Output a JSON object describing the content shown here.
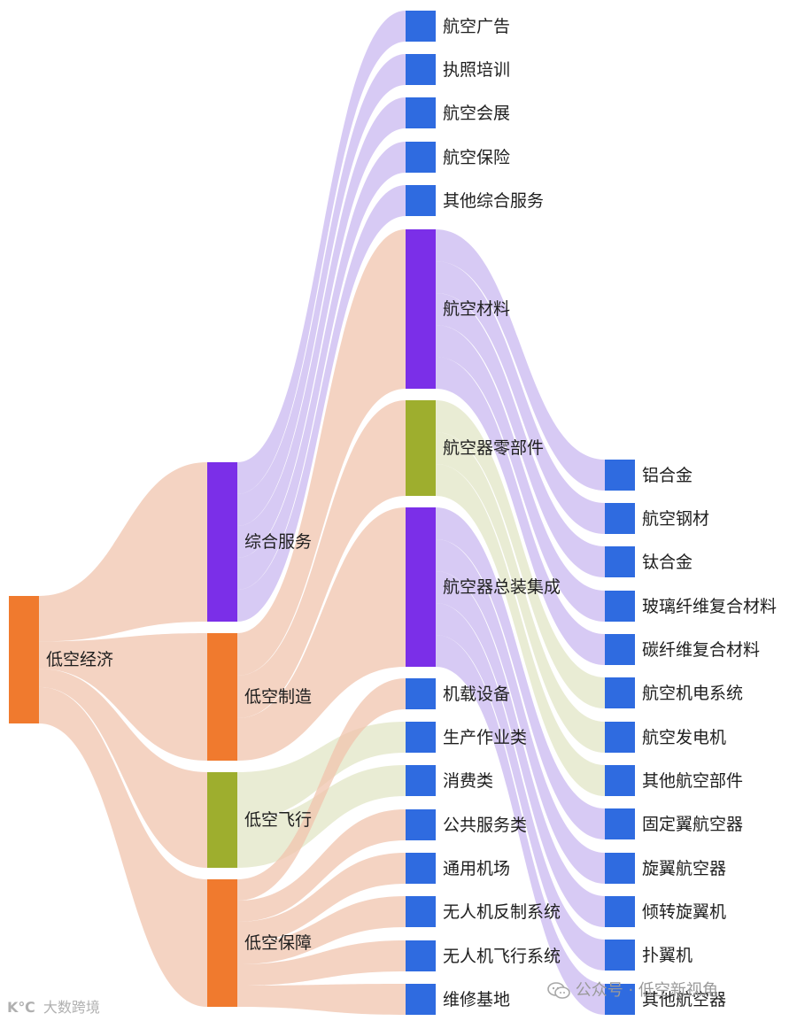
{
  "nodes": [
    {
      "id": "低空经济",
      "label": "低空经济",
      "color": "#F07A2E"
    },
    {
      "id": "综合服务",
      "label": "综合服务",
      "color": "#7B2FE8"
    },
    {
      "id": "低空制造",
      "label": "低空制造",
      "color": "#F07A2E"
    },
    {
      "id": "低空飞行",
      "label": "低空飞行",
      "color": "#9EAE2E"
    },
    {
      "id": "低空保障",
      "label": "低空保障",
      "color": "#F07A2E"
    },
    {
      "id": "航空广告",
      "label": "航空广告",
      "color": "#2F6BE0"
    },
    {
      "id": "执照培训",
      "label": "执照培训",
      "color": "#2F6BE0"
    },
    {
      "id": "航空会展",
      "label": "航空会展",
      "color": "#2F6BE0"
    },
    {
      "id": "航空保险",
      "label": "航空保险",
      "color": "#2F6BE0"
    },
    {
      "id": "其他综合服务",
      "label": "其他综合服务",
      "color": "#2F6BE0"
    },
    {
      "id": "航空材料",
      "label": "航空材料",
      "color": "#7B2FE8"
    },
    {
      "id": "航空器零部件",
      "label": "航空器零部件",
      "color": "#9EAE2E"
    },
    {
      "id": "航空器总装集成",
      "label": "航空器总装集成",
      "color": "#7B2FE8"
    },
    {
      "id": "机载设备",
      "label": "机载设备",
      "color": "#2F6BE0"
    },
    {
      "id": "生产作业类",
      "label": "生产作业类",
      "color": "#2F6BE0"
    },
    {
      "id": "消费类",
      "label": "消费类",
      "color": "#2F6BE0"
    },
    {
      "id": "公共服务类",
      "label": "公共服务类",
      "color": "#2F6BE0"
    },
    {
      "id": "通用机场",
      "label": "通用机场",
      "color": "#2F6BE0"
    },
    {
      "id": "无人机反制系统",
      "label": "无人机反制系统",
      "color": "#2F6BE0"
    },
    {
      "id": "无人机飞行系统",
      "label": "无人机飞行系统",
      "color": "#2F6BE0"
    },
    {
      "id": "维修基地",
      "label": "维修基地",
      "color": "#2F6BE0"
    },
    {
      "id": "铝合金",
      "label": "铝合金",
      "color": "#2F6BE0"
    },
    {
      "id": "航空钢材",
      "label": "航空钢材",
      "color": "#2F6BE0"
    },
    {
      "id": "钛合金",
      "label": "钛合金",
      "color": "#2F6BE0"
    },
    {
      "id": "玻璃纤维复合材料",
      "label": "玻璃纤维复合材料",
      "color": "#2F6BE0"
    },
    {
      "id": "碳纤维复合材料",
      "label": "碳纤维复合材料",
      "color": "#2F6BE0"
    },
    {
      "id": "航空机电系统",
      "label": "航空机电系统",
      "color": "#2F6BE0"
    },
    {
      "id": "航空发电机",
      "label": "航空发电机",
      "color": "#2F6BE0"
    },
    {
      "id": "其他航空部件",
      "label": "其他航空部件",
      "color": "#2F6BE0"
    },
    {
      "id": "固定翼航空器",
      "label": "固定翼航空器",
      "color": "#2F6BE0"
    },
    {
      "id": "旋翼航空器",
      "label": "旋翼航空器",
      "color": "#2F6BE0"
    },
    {
      "id": "倾转旋翼机",
      "label": "倾转旋翼机",
      "color": "#2F6BE0"
    },
    {
      "id": "扑翼机",
      "label": "扑翼机",
      "color": "#2F6BE0"
    },
    {
      "id": "其他航空器",
      "label": "其他航空器",
      "color": "#2F6BE0"
    }
  ],
  "links": [
    {
      "source": "低空经济",
      "target": "综合服务",
      "value": 5,
      "color": "#F0C4AE"
    },
    {
      "source": "低空经济",
      "target": "低空制造",
      "value": 3,
      "color": "#F0C4AE"
    },
    {
      "source": "低空经济",
      "target": "低空飞行",
      "value": 2,
      "color": "#F0C4AE"
    },
    {
      "source": "低空经济",
      "target": "低空保障",
      "value": 4,
      "color": "#F0C4AE"
    },
    {
      "source": "综合服务",
      "target": "航空广告",
      "value": 1,
      "color": "#C9B8F0"
    },
    {
      "source": "综合服务",
      "target": "执照培训",
      "value": 1,
      "color": "#C9B8F0"
    },
    {
      "source": "综合服务",
      "target": "航空会展",
      "value": 1,
      "color": "#C9B8F0"
    },
    {
      "source": "综合服务",
      "target": "航空保险",
      "value": 1,
      "color": "#C9B8F0"
    },
    {
      "source": "综合服务",
      "target": "其他综合服务",
      "value": 1,
      "color": "#C9B8F0"
    },
    {
      "source": "低空制造",
      "target": "航空材料",
      "value": 1,
      "color": "#F0C4AE"
    },
    {
      "source": "低空制造",
      "target": "航空器零部件",
      "value": 1,
      "color": "#F0C4AE"
    },
    {
      "source": "低空制造",
      "target": "航空器总装集成",
      "value": 1,
      "color": "#F0C4AE"
    },
    {
      "source": "低空飞行",
      "target": "生产作业类",
      "value": 1,
      "color": "#E2E5C6"
    },
    {
      "source": "低空飞行",
      "target": "消费类",
      "value": 1,
      "color": "#E2E5C6"
    },
    {
      "source": "低空保障",
      "target": "机载设备",
      "value": 1,
      "color": "#F0C4AE"
    },
    {
      "source": "低空保障",
      "target": "公共服务类",
      "value": 1,
      "color": "#F0C4AE"
    },
    {
      "source": "低空保障",
      "target": "通用机场",
      "value": 1,
      "color": "#F0C4AE"
    },
    {
      "source": "低空保障",
      "target": "无人机反制系统",
      "value": 1,
      "color": "#F0C4AE"
    },
    {
      "source": "低空保障",
      "target": "无人机飞行系统",
      "value": 1,
      "color": "#F0C4AE"
    },
    {
      "source": "低空保障",
      "target": "维修基地",
      "value": 1,
      "color": "#F0C4AE"
    },
    {
      "source": "航空材料",
      "target": "铝合金",
      "value": 1,
      "color": "#C9B8F0"
    },
    {
      "source": "航空材料",
      "target": "航空钢材",
      "value": 1,
      "color": "#C9B8F0"
    },
    {
      "source": "航空材料",
      "target": "钛合金",
      "value": 1,
      "color": "#C9B8F0"
    },
    {
      "source": "航空材料",
      "target": "玻璃纤维复合材料",
      "value": 1,
      "color": "#C9B8F0"
    },
    {
      "source": "航空材料",
      "target": "碳纤维复合材料",
      "value": 1,
      "color": "#C9B8F0"
    },
    {
      "source": "航空器零部件",
      "target": "航空机电系统",
      "value": 1,
      "color": "#E2E5C6"
    },
    {
      "source": "航空器零部件",
      "target": "航空发电机",
      "value": 1,
      "color": "#E2E5C6"
    },
    {
      "source": "航空器零部件",
      "target": "其他航空部件",
      "value": 1,
      "color": "#E2E5C6"
    },
    {
      "source": "航空器总装集成",
      "target": "固定翼航空器",
      "value": 1,
      "color": "#C9B8F0"
    },
    {
      "source": "航空器总装集成",
      "target": "旋翼航空器",
      "value": 1,
      "color": "#C9B8F0"
    },
    {
      "source": "航空器总装集成",
      "target": "倾转旋翼机",
      "value": 1,
      "color": "#C9B8F0"
    },
    {
      "source": "航空器总装集成",
      "target": "扑翼机",
      "value": 1,
      "color": "#C9B8F0"
    },
    {
      "source": "航空器总装集成",
      "target": "其他航空器",
      "value": 1,
      "color": "#C9B8F0"
    }
  ],
  "watermark_right": "公众号 · 低空新视角",
  "watermark_left": "大数跨境"
}
